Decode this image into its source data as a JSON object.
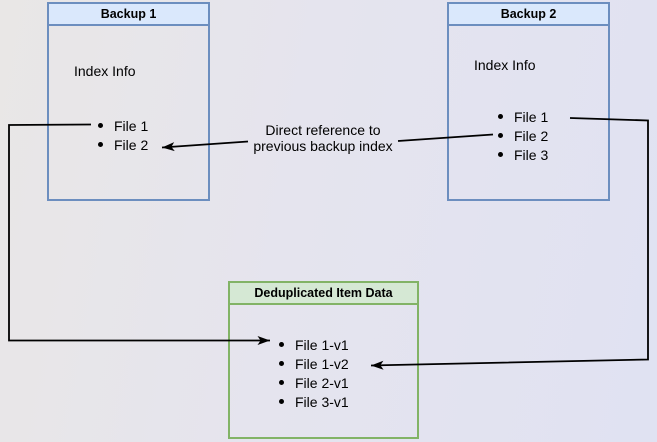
{
  "diagram": {
    "background": {
      "gradient_left": "#e9e7e6",
      "gradient_right": "#e0e2f2"
    },
    "line_color": "#000000",
    "boxes": {
      "backup1": {
        "title": "Backup 1",
        "subtitle": "Index Info",
        "items": [
          "File 1",
          "File 2"
        ],
        "border_color": "#6c8ebf",
        "title_bg": "#dae8fc"
      },
      "backup2": {
        "title": "Backup 2",
        "subtitle": "Index Info",
        "items": [
          "File 1",
          "File 2",
          "File 3"
        ],
        "border_color": "#6c8ebf",
        "title_bg": "#dae8fc"
      },
      "dedup": {
        "title": "Deduplicated Item Data",
        "items": [
          "File 1-v1",
          "File 1-v2",
          "File 2-v1",
          "File 3-v1"
        ],
        "border_color": "#82b366",
        "title_bg": "#d5e8d4"
      }
    },
    "annotation": {
      "text": "Direct reference to previous backup index"
    },
    "connectors": [
      {
        "name": "backup1-file1-to-dedup-file1v1"
      },
      {
        "name": "backup2-file1-to-dedup-file1v2"
      },
      {
        "name": "backup2-file2-to-backup1-file2"
      }
    ]
  }
}
